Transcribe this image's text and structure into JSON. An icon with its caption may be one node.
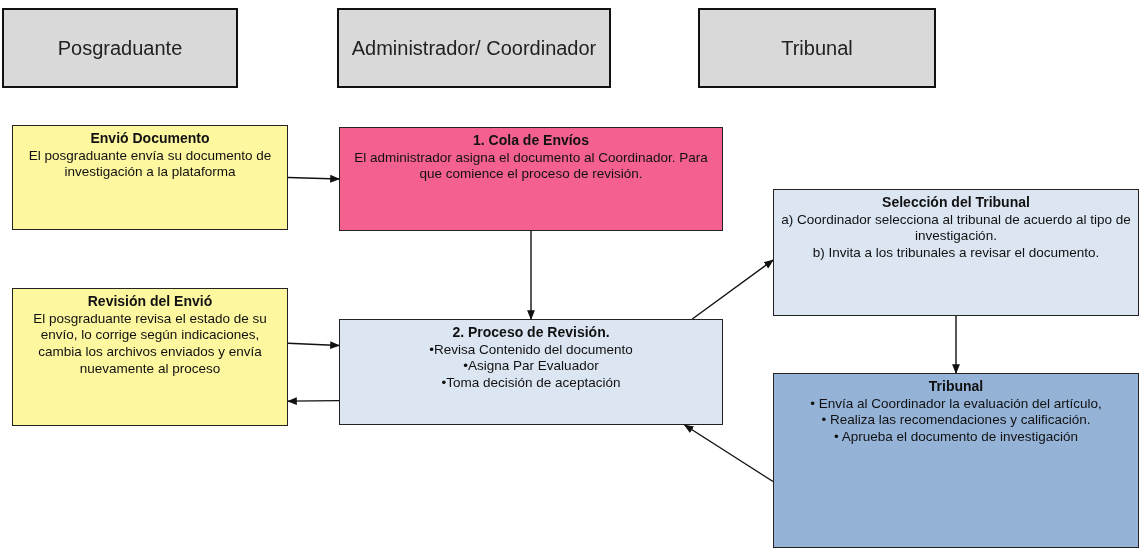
{
  "diagram": {
    "nodes": [
      {
        "text": [
          "Posgraduante"
        ]
      },
      {
        "text": [
          "Administrador/ Coordinador"
        ]
      },
      {
        "text": [
          "Tribunal"
        ]
      },
      {
        "text": [
          "Envió Documento",
          "El posgraduante envía su documento de investigación a la plataforma"
        ]
      },
      {
        "text": [
          "1. Cola de Envíos",
          "El administrador asigna el documento al Coordinador. Para que comience el proceso de revisión."
        ]
      },
      {
        "text": [
          "Selección del Tribunal",
          "a) Coordinador selecciona al tribunal de acuerdo al tipo de investigación.",
          "b) Invita a los tribunales a revisar el documento."
        ]
      },
      {
        "text": [
          "Revisión del Envió",
          "El posgraduante revisa el estado de su envío, lo corrige según indicaciones, cambia los archivos enviados y envía nuevamente al proceso"
        ]
      },
      {
        "text": [
          "2. Proceso de Revisión.",
          "•Revisa Contenido del documento",
          "•Asigna Par Evaluador",
          "•Toma decisión de aceptación"
        ]
      },
      {
        "text": [
          "Tribunal",
          "• Envía al Coordinador la evaluación del artículo,",
          "• Realiza las recomendaciones y calificación.",
          "• Aprueba el documento de investigación"
        ]
      }
    ],
    "edges": [
      {
        "from": 3,
        "to": 4,
        "arrow": "to"
      },
      {
        "from": 4,
        "to": 7,
        "arrow": "to"
      },
      {
        "from": 6,
        "to": 7,
        "arrow": "to"
      },
      {
        "from": 7,
        "to": 6,
        "arrow": "to"
      },
      {
        "from": 7,
        "to": 5,
        "arrow": "to"
      },
      {
        "from": 5,
        "to": 8,
        "arrow": "to"
      },
      {
        "from": 8,
        "to": 7,
        "arrow": "to"
      }
    ]
  }
}
